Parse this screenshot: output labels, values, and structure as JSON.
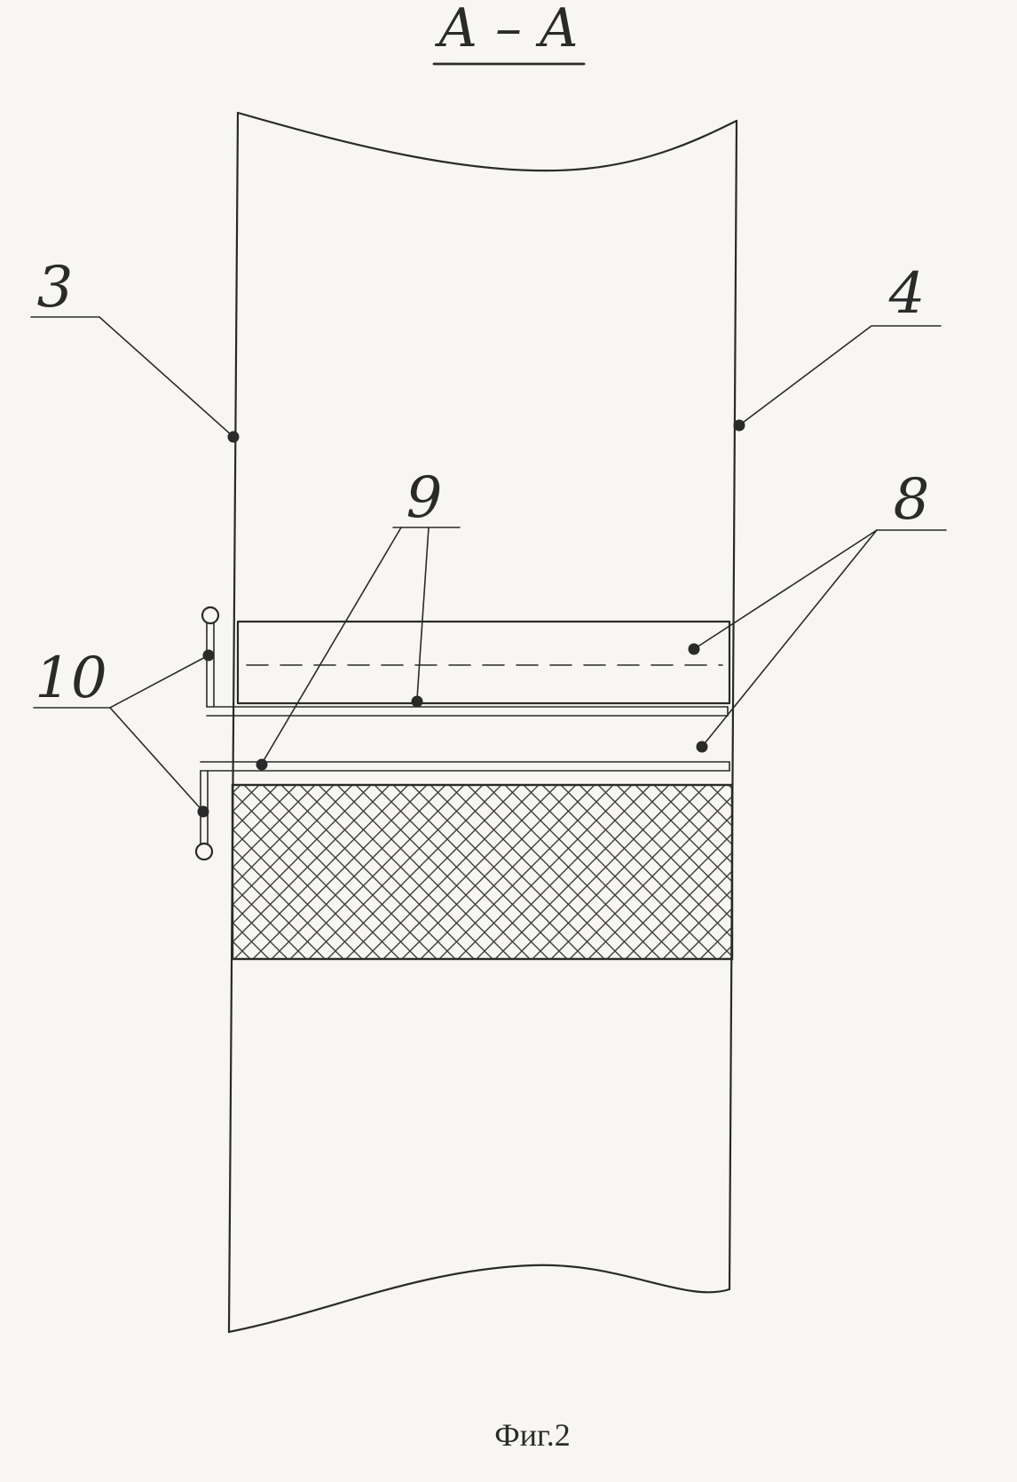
{
  "drawing": {
    "section_title": "А – А",
    "caption": "Фиг.2",
    "colors": {
      "ink": "#2a2a2a",
      "paper": "#f7f6f2",
      "hatch": "#3c3c3c"
    },
    "labels": {
      "ref3": "3",
      "ref4": "4",
      "ref8": "8",
      "ref9": "9",
      "ref10": "10"
    }
  }
}
